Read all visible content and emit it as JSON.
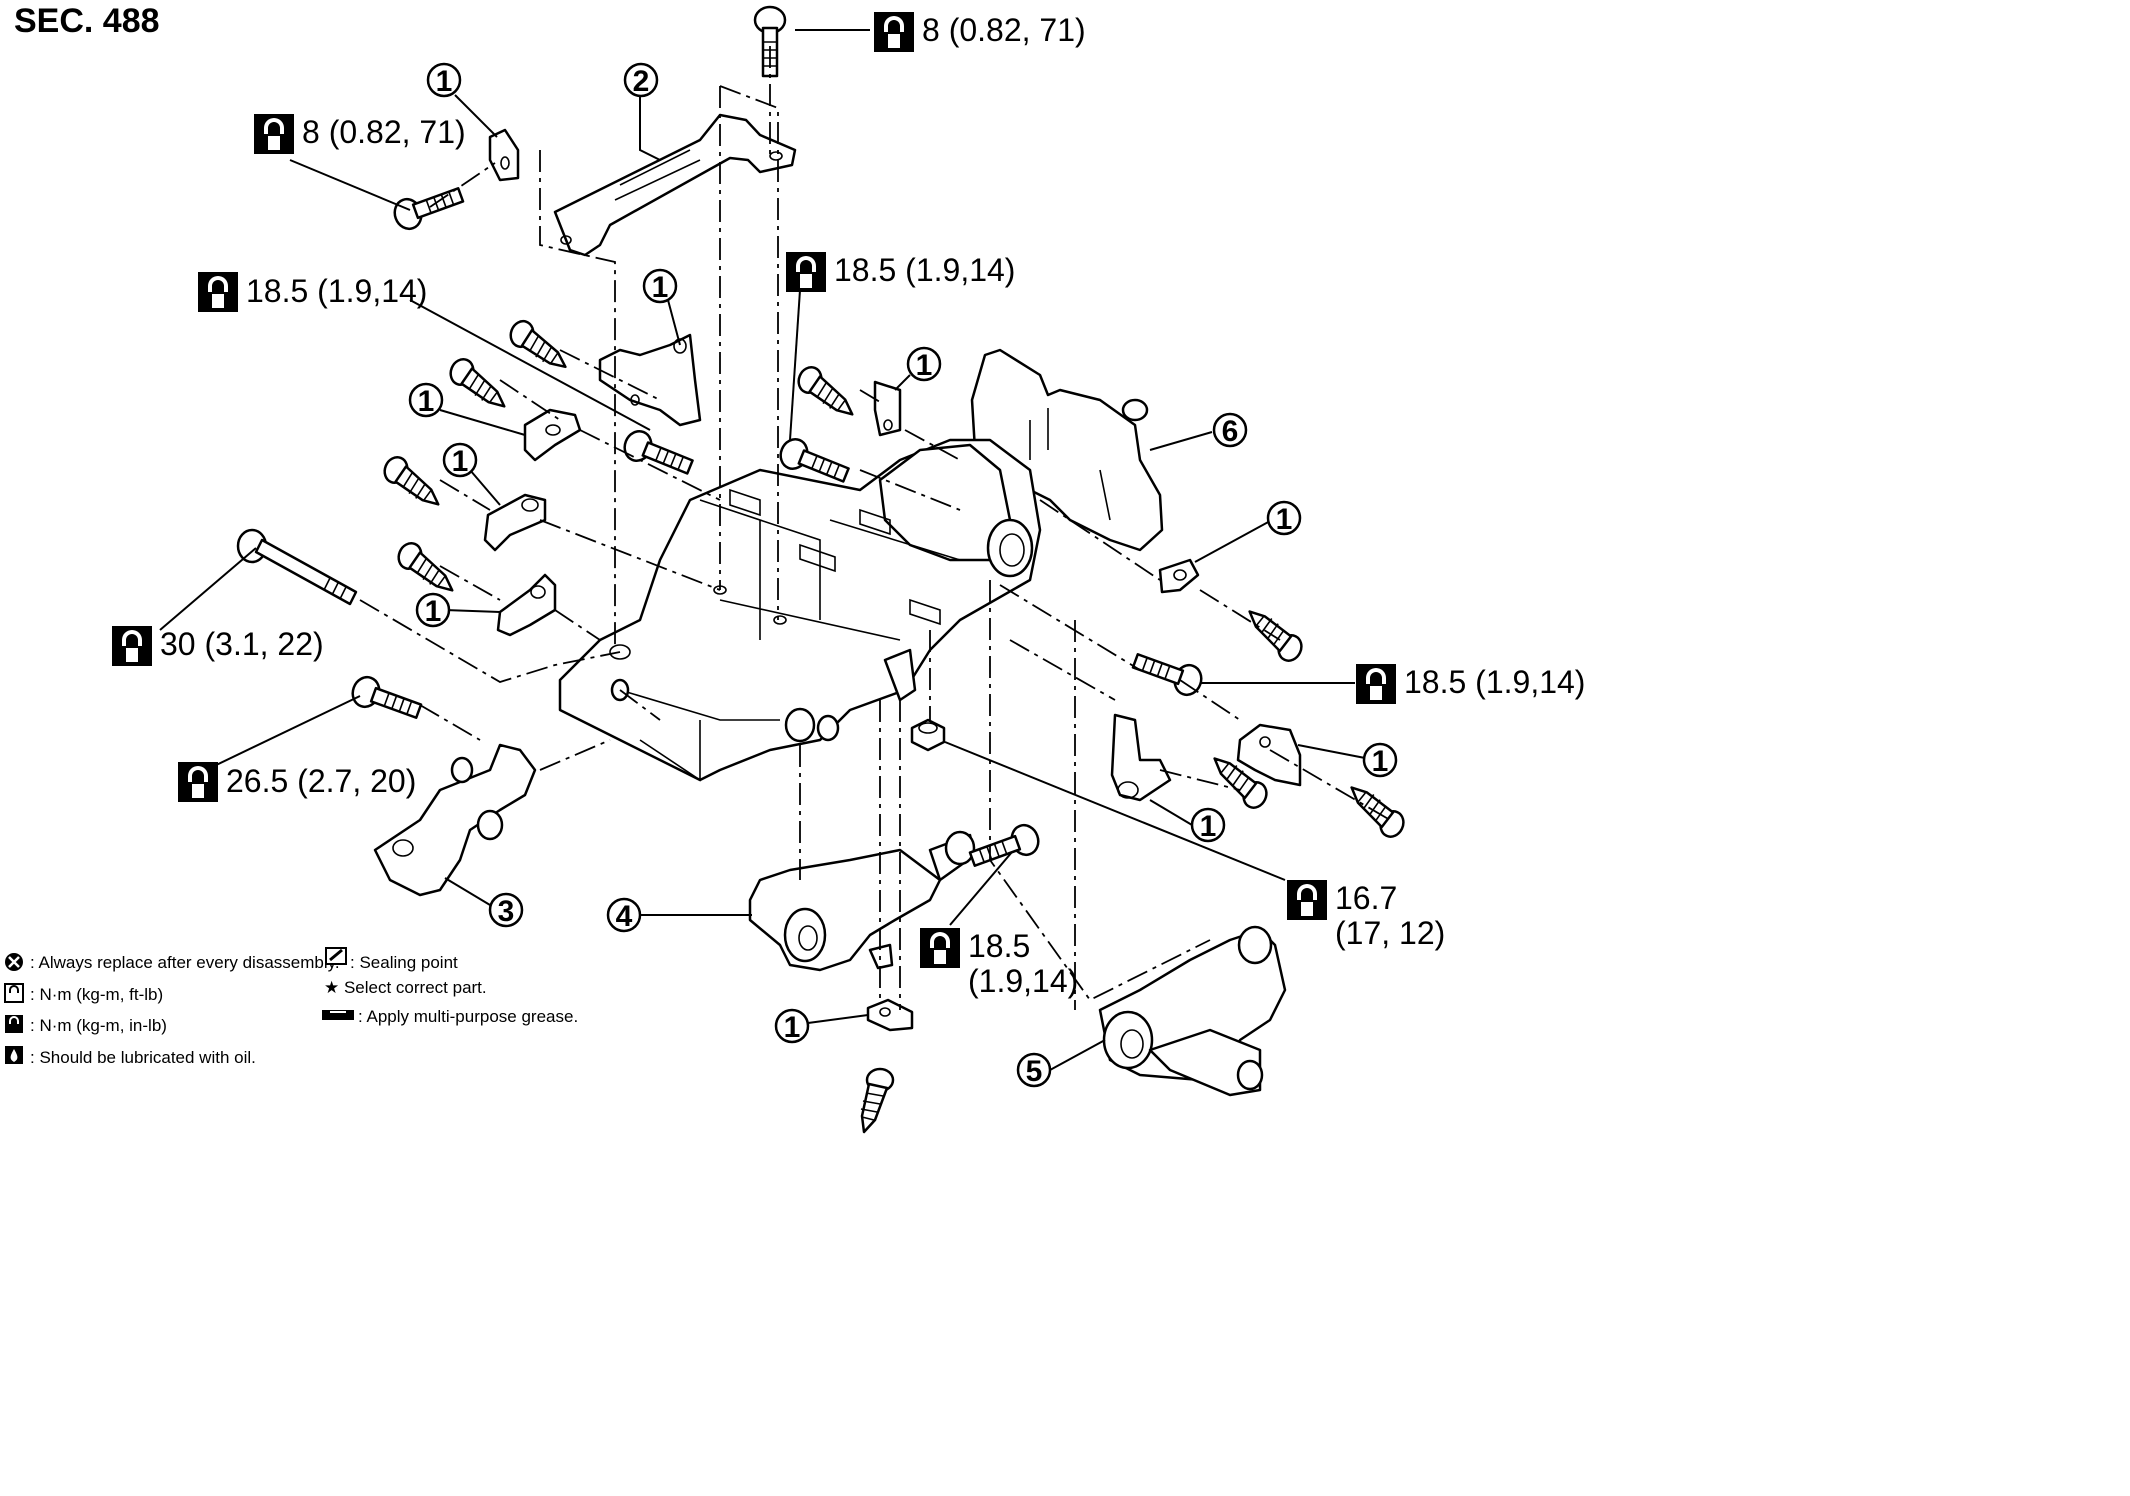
{
  "section": "SEC. 488",
  "part_numbers": [
    "1",
    "2",
    "3",
    "4",
    "5",
    "6"
  ],
  "torque_labels": {
    "t_top_bolt": "8 (0.82, 71)",
    "t_left_bolt": "8 (0.82, 71)",
    "t_upper_left": "18.5 (1.9,14)",
    "t_upper_center": "18.5 (1.9,14)",
    "t_long_bolt": "30 (3.1, 22)",
    "t_joint_bolt": "26.5 (2.7, 20)",
    "t_right_bolt": "18.5 (1.9,14)",
    "t_nut_line1": "16.7",
    "t_nut_line2": "(17, 12)",
    "t_motor_line1": "18.5",
    "t_motor_line2": "(1.9,14)"
  },
  "legend": {
    "replace": ": Always replace after every disassembly.",
    "nm_ft": ": N·m (kg-m, ft-lb)",
    "nm_in": ": N·m (kg-m, in-lb)",
    "oil": ": Should be lubricated with oil.",
    "sealing": ": Sealing point",
    "select": "★ Select correct part.",
    "grease": ": Apply multi-purpose grease."
  },
  "colors": {
    "ink": "#000000",
    "paper": "#ffffff"
  },
  "icons": [
    "wrench-torque-icon",
    "wrench-torque-inlb-icon",
    "replace-icon",
    "oil-icon",
    "sealant-icon",
    "grease-icon"
  ]
}
